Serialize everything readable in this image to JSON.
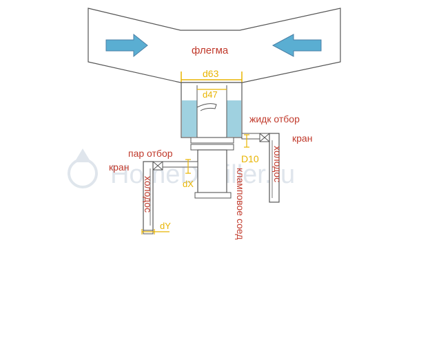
{
  "labels": {
    "reflux": "флегма",
    "d63": "d63",
    "d47": "d47",
    "liquid_takeoff": "жидк отбор",
    "valve_right": "кран",
    "cooler_right": "холодос",
    "d10": "D10",
    "vapor_takeoff": "пар отбор",
    "valve_left": "кран",
    "dx": "dX",
    "cooler_left": "холодос",
    "dy": "dY",
    "clamp_joint": "кламповое соед"
  },
  "watermark": "HomeDistiller.ru",
  "colors": {
    "line": "#555555",
    "arrow_fill": "#5aaed2",
    "liquid_fill": "#9fd1e0",
    "label_red": "#c0392b",
    "dimension_yellow": "#e8b400",
    "watermark": "#dce3ea"
  }
}
